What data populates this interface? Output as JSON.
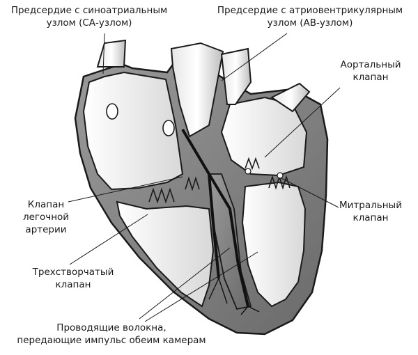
{
  "labels": {
    "sa_node": [
      "Предсердие с синоатриальным",
      "узлом (СА-узлом)"
    ],
    "av_node": [
      "Предсердие с атриовентрикулярным",
      "узлом (АВ-узлом)"
    ],
    "aortic_valve": [
      "Аортальный",
      "клапан"
    ],
    "pulmonary_valve": [
      "Клапан",
      "легочной",
      "артерии"
    ],
    "mitral_valve": [
      "Митральный",
      "клапан"
    ],
    "tricuspid_valve": [
      "Трехстворчатый",
      "клапан"
    ],
    "conduction_fibers": [
      "Проводящие волокна,",
      "передающие импульс обеим камерам"
    ]
  },
  "colors": {
    "ink": "#1a1a1a",
    "wall": "#8a8a8a",
    "wall_dark": "#6e6e6e",
    "chamber": "#f4f4f4",
    "shade": "#c9c9c9",
    "fiber": "#111111"
  }
}
